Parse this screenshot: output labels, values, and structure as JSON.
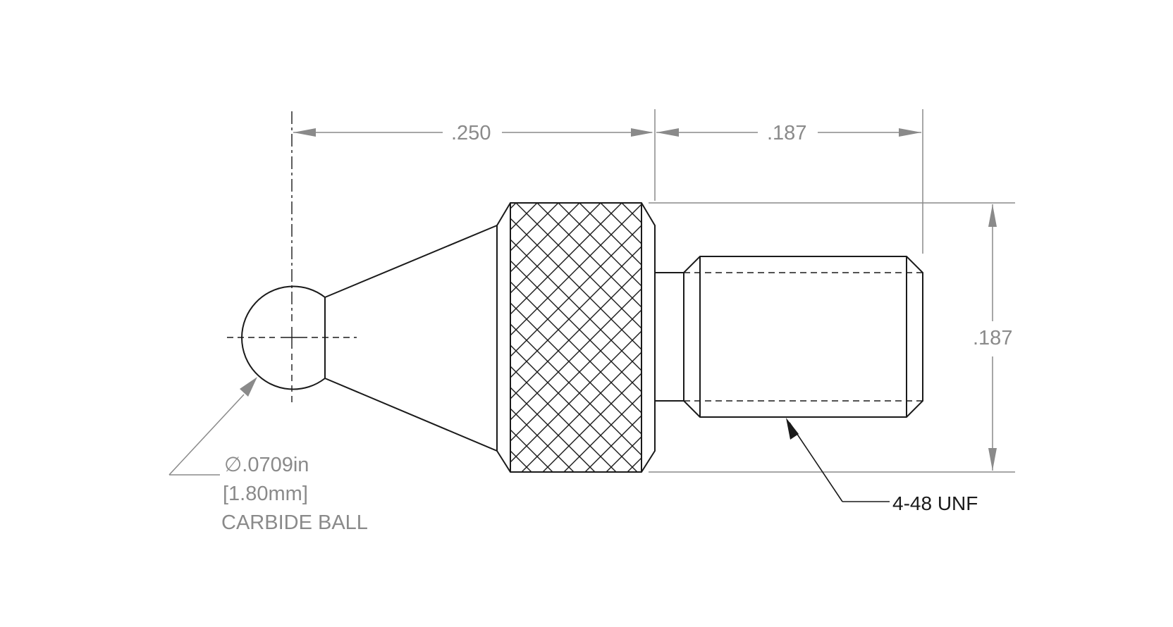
{
  "dimensions": {
    "tip_length": ".250",
    "thread_length": ".187",
    "body_diameter": ".187"
  },
  "ball_callout": {
    "diameter": "∅.0709in",
    "metric": "[1.80mm]",
    "material": "CARBIDE BALL"
  },
  "thread_callout": "4-48 UNF",
  "colors": {
    "line": "#1a1a1a",
    "dimension": "#8a8a8a"
  }
}
